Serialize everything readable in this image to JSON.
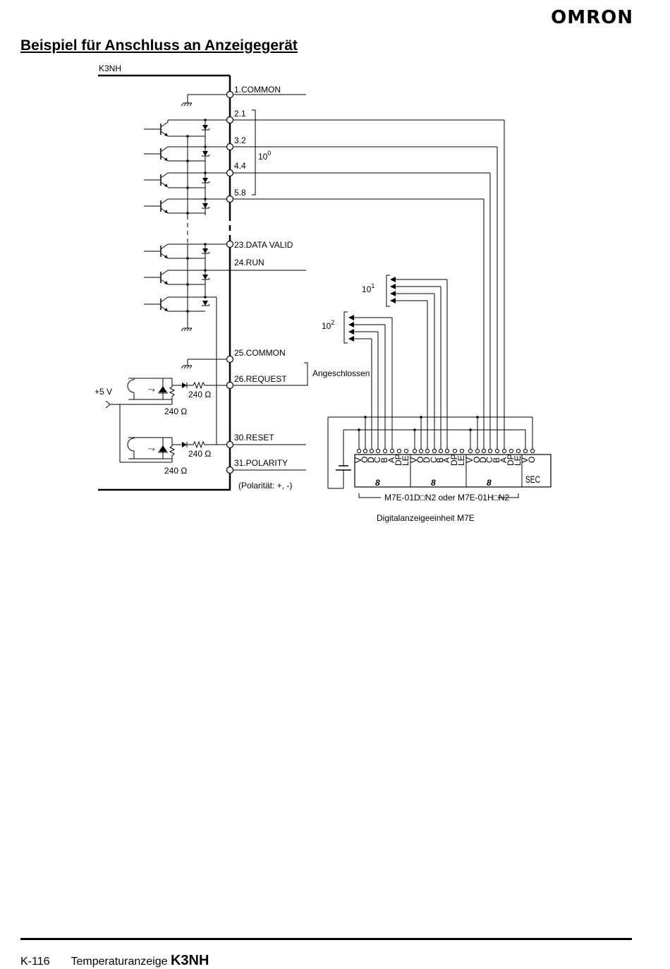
{
  "brand": "OMRON",
  "heading": "Beispiel für Anschluss an Anzeigegerät",
  "diagram": {
    "device": "K3NH",
    "terminals": {
      "t1": "1.COMMON",
      "t2": "2.1",
      "t3": "3.2",
      "t4": "4.4",
      "t5": "5.8",
      "t23": "23.DATA VALID",
      "t24": "24.RUN",
      "t25": "25.COMMON",
      "t26": "26.REQUEST",
      "t30": "30.RESET",
      "t31": "31.POLARITY"
    },
    "polarity_note": "(Polarität: +, -)",
    "digit_label_base": "10",
    "exp0": "0",
    "exp1": "1",
    "exp2": "2",
    "connected_label": "Angeschlossen",
    "supply": "+5 V",
    "res": "240 Ω",
    "pin_labels": [
      "V",
      "O",
      "D",
      "C",
      "B",
      "A",
      "DP",
      "LE"
    ],
    "pin_last": [
      "V",
      "O"
    ],
    "digit_glyph": "8",
    "sec_label": "SEC",
    "model": "M7E-01D□N2 oder M7E-01H□N2",
    "unit_caption": "Digitalanzeigeeinheit M7E"
  },
  "footer": {
    "page": "K-116",
    "title": "Temperaturanzeige",
    "product": "K3NH"
  }
}
